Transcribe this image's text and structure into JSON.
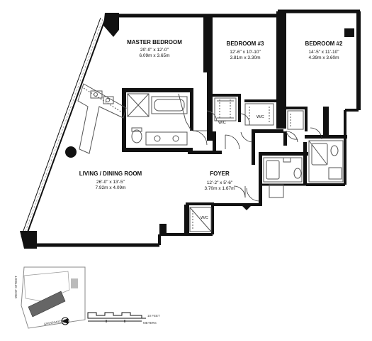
{
  "rooms": {
    "master": {
      "name": "MASTER BEDROOM",
      "dim_imperial": "20'-0\" x 12'-0\"",
      "dim_metric": "6.09m x 3.65m"
    },
    "bedroom3": {
      "name": "BEDROOM #3",
      "dim_imperial": "12'-6\" x 10'-10\"",
      "dim_metric": "3.81m x 3.30m"
    },
    "bedroom2": {
      "name": "BEDROOM #2",
      "dim_imperial": "14'-5\" x 11'-10\"",
      "dim_metric": "4.39m x 3.60m"
    },
    "living": {
      "name": "LIVING / DINING ROOM",
      "dim_imperial": "26'-0\" x 13'-5\"",
      "dim_metric": "7.92m x 4.09m"
    },
    "foyer": {
      "name": "FOYER",
      "dim_imperial": "12'-2\" x 5'-6\"",
      "dim_metric": "3.70m x 1.67m"
    }
  },
  "closets": {
    "wic1": "W/C",
    "wic2": "W/C",
    "wic3": "W/C"
  },
  "keyplan": {
    "street_label": "WEST STREET",
    "street_label_2": "GREENWICH ST"
  },
  "scale": {
    "feet_label": "10 FEET",
    "meters_label": "METERS"
  },
  "colors": {
    "wall": "#111111",
    "fixture": "#555555",
    "window": "#888888"
  }
}
